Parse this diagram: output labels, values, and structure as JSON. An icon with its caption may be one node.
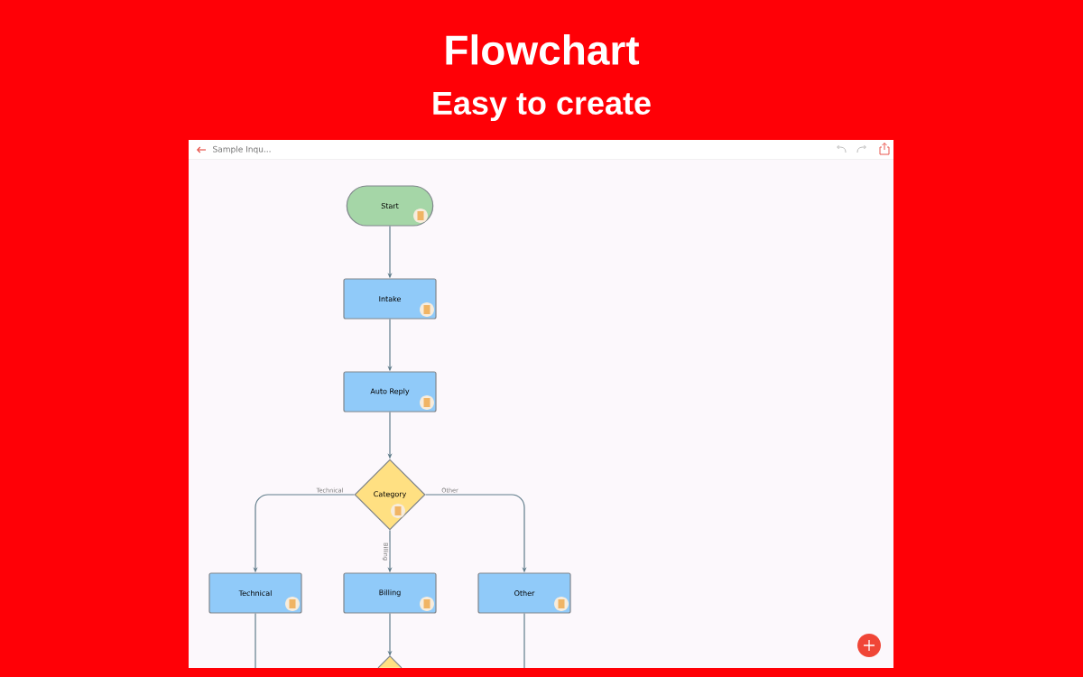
{
  "diagram": {
    "title": "Flowchart",
    "nodes": [
      {
        "text": [
          "Start"
        ]
      },
      {
        "text": [
          "Intake"
        ]
      },
      {
        "text": [
          "Auto Reply"
        ]
      },
      {
        "text": [
          "Category"
        ]
      },
      {
        "text": [
          "Technical"
        ]
      },
      {
        "text": [
          "Billing"
        ]
      },
      {
        "text": [
          "Other"
        ]
      },
      {
        "text": [],
        "shape": "diamond"
      }
    ],
    "edges": [
      {
        "from": 0,
        "to": 1,
        "arrow": "to"
      },
      {
        "from": 1,
        "to": 2,
        "arrow": "to"
      },
      {
        "from": 2,
        "to": 3,
        "arrow": "to"
      },
      {
        "from": 3,
        "to": 4,
        "arrow": "to",
        "label": "Technical"
      },
      {
        "from": 3,
        "to": 5,
        "arrow": "to",
        "label": "Billing"
      },
      {
        "from": 3,
        "to": 6,
        "arrow": "to",
        "label": "Other"
      },
      {
        "from": 5,
        "to": 7,
        "arrow": "to"
      },
      {
        "from": 4,
        "to": null,
        "arrow": "none"
      },
      {
        "from": 6,
        "to": null,
        "arrow": "none"
      }
    ],
    "labels": [
      "Easy to create",
      "Sample Inqu..."
    ]
  }
}
